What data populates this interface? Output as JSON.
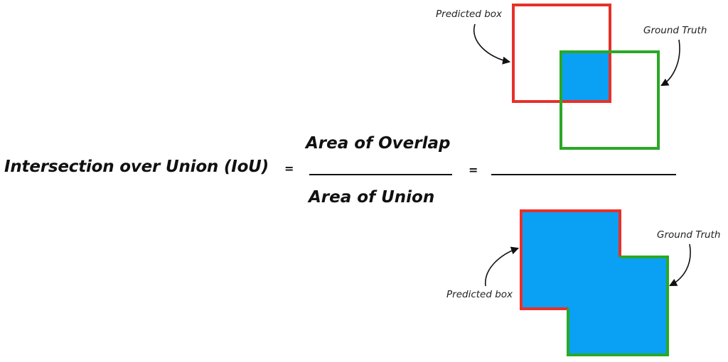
{
  "equation": {
    "lhs": "Intersection over Union (IoU)",
    "equals_1": "=",
    "numerator": "Area of Overlap",
    "denominator": "Area of Union",
    "equals_2": "="
  },
  "overlap_diagram": {
    "predicted_label": "Predicted box",
    "ground_truth_label": "Ground Truth"
  },
  "union_diagram": {
    "predicted_label": "Predicted box",
    "ground_truth_label": "Ground Truth"
  },
  "colors": {
    "predicted_box": "#e8302a",
    "ground_truth": "#2aa826",
    "fill": "#0aa0f4",
    "text": "#111111"
  }
}
